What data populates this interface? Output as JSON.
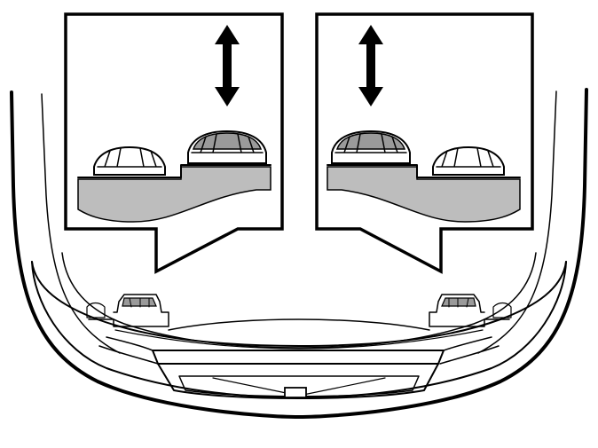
{
  "figure": {
    "type": "technical-illustration",
    "subject": "car-front-bumper-with-two-magnified-callouts",
    "colors": {
      "line": "#000000",
      "fill_gray": "#bdbdbd",
      "part_dark": "#9a9a9a",
      "background": "#ffffff"
    },
    "callouts": [
      {
        "id": "left",
        "raised_part": "right",
        "arrow": "double-vertical-arrow-icon"
      },
      {
        "id": "right",
        "raised_part": "left",
        "arrow": "double-vertical-arrow-icon"
      }
    ]
  }
}
